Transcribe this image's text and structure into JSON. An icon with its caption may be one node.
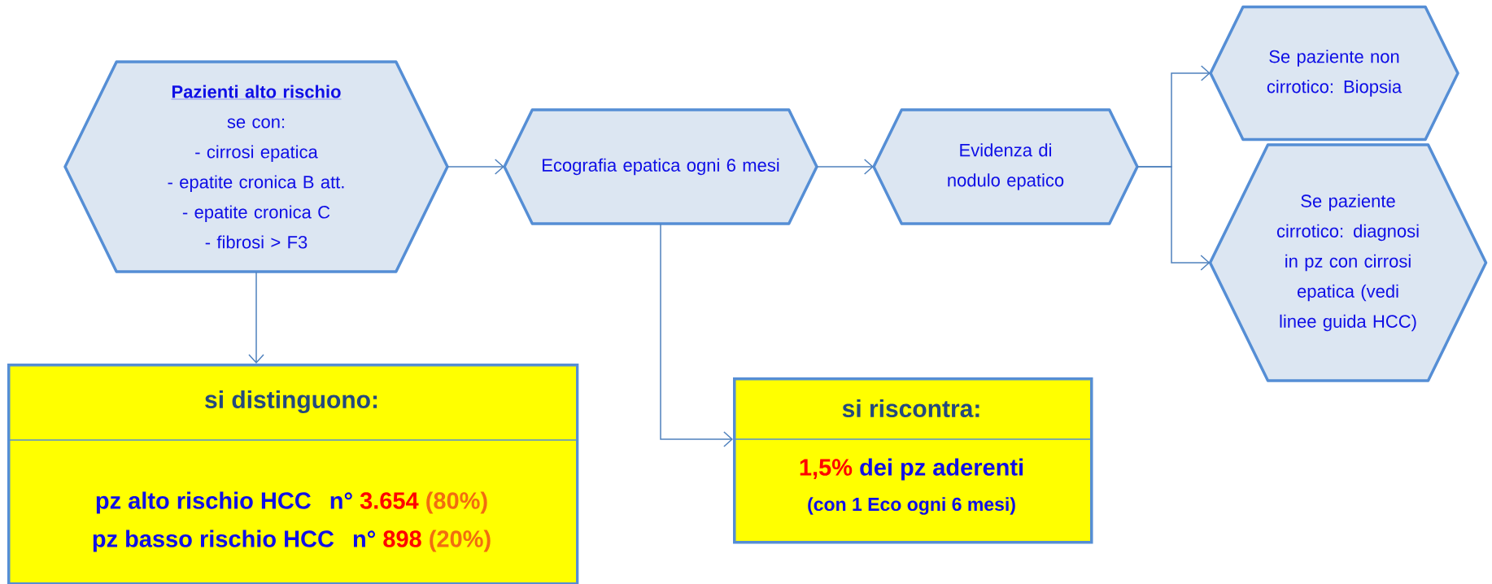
{
  "diagram": {
    "nodes": [
      {
        "text": [
          "Pazienti alto rischio",
          "se con:",
          "- cirrosi epatica",
          "- epatite cronica B att.",
          "- epatite cronica C",
          "- fibrosi > F3"
        ]
      },
      {
        "text": [
          "Ecografia epatica ogni 6 mesi"
        ]
      },
      {
        "text": [
          "Evidenza di nodulo epatico"
        ]
      },
      {
        "text": [
          "Se paziente non cirrotico: Biopsia"
        ]
      },
      {
        "text": [
          "Se paziente cirrotico: diagnosi in pz con cirrosi epatica (vedi linee guida HCC)"
        ]
      },
      {
        "text": [
          "si distinguono:",
          "pz alto rischio HCC",
          "n°",
          "3.654",
          "(80%)",
          "pz basso rischio HCC",
          "n°",
          "898",
          "(20%)"
        ]
      },
      {
        "text": [
          "si riscontra:",
          "1,5%",
          "dei pz aderenti",
          "(con 1 Eco ogni 6 mesi)"
        ]
      }
    ],
    "edges": [
      {
        "from": 0,
        "to": 1,
        "arrow": "to"
      },
      {
        "from": 1,
        "to": 2,
        "arrow": "to"
      },
      {
        "from": 2,
        "to": 3,
        "arrow": "to"
      },
      {
        "from": 2,
        "to": 4,
        "arrow": "to"
      },
      {
        "from": 0,
        "to": 5,
        "arrow": "to"
      },
      {
        "from": 1,
        "to": 6,
        "arrow": "to"
      }
    ]
  }
}
